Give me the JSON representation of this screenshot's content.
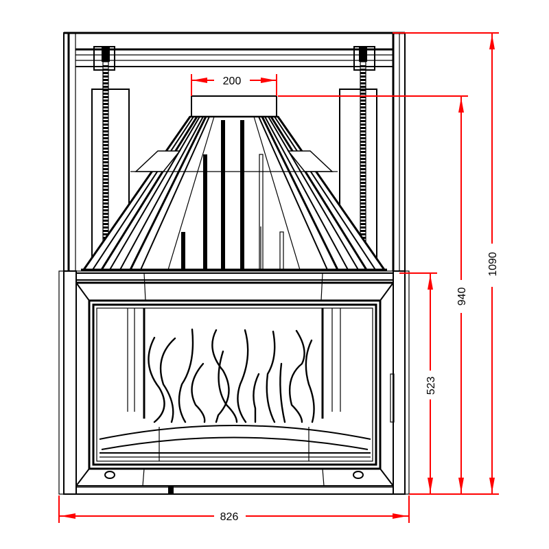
{
  "drawing": {
    "subject": "fireplace insert with hood - front elevation",
    "line_color": "#000000",
    "dimension_color": "#ff0000",
    "background": "#ffffff"
  },
  "dimensions": {
    "flue_width": {
      "value": "200",
      "orientation": "horizontal"
    },
    "overall_width": {
      "value": "826",
      "orientation": "horizontal"
    },
    "total_height": {
      "value": "1090",
      "orientation": "vertical"
    },
    "flue_collar_height": {
      "value": "940",
      "orientation": "vertical"
    },
    "insert_height": {
      "value": "523",
      "orientation": "vertical"
    }
  }
}
